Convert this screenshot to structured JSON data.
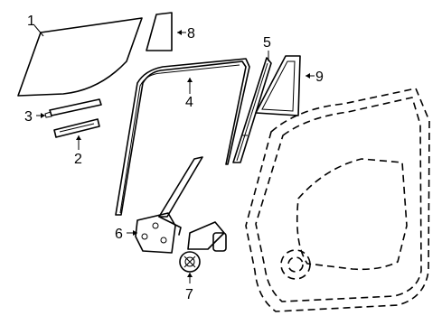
{
  "callouts": [
    {
      "id": "1",
      "part": "rear door glass"
    },
    {
      "id": "2",
      "part": "glass run lower channel"
    },
    {
      "id": "3",
      "part": "channel clip"
    },
    {
      "id": "4",
      "part": "glass run"
    },
    {
      "id": "5",
      "part": "division bar"
    },
    {
      "id": "6",
      "part": "window regulator"
    },
    {
      "id": "7",
      "part": "regulator motor"
    },
    {
      "id": "8",
      "part": "quarter window glass"
    },
    {
      "id": "9",
      "part": "quarter window weatherstrip"
    }
  ]
}
